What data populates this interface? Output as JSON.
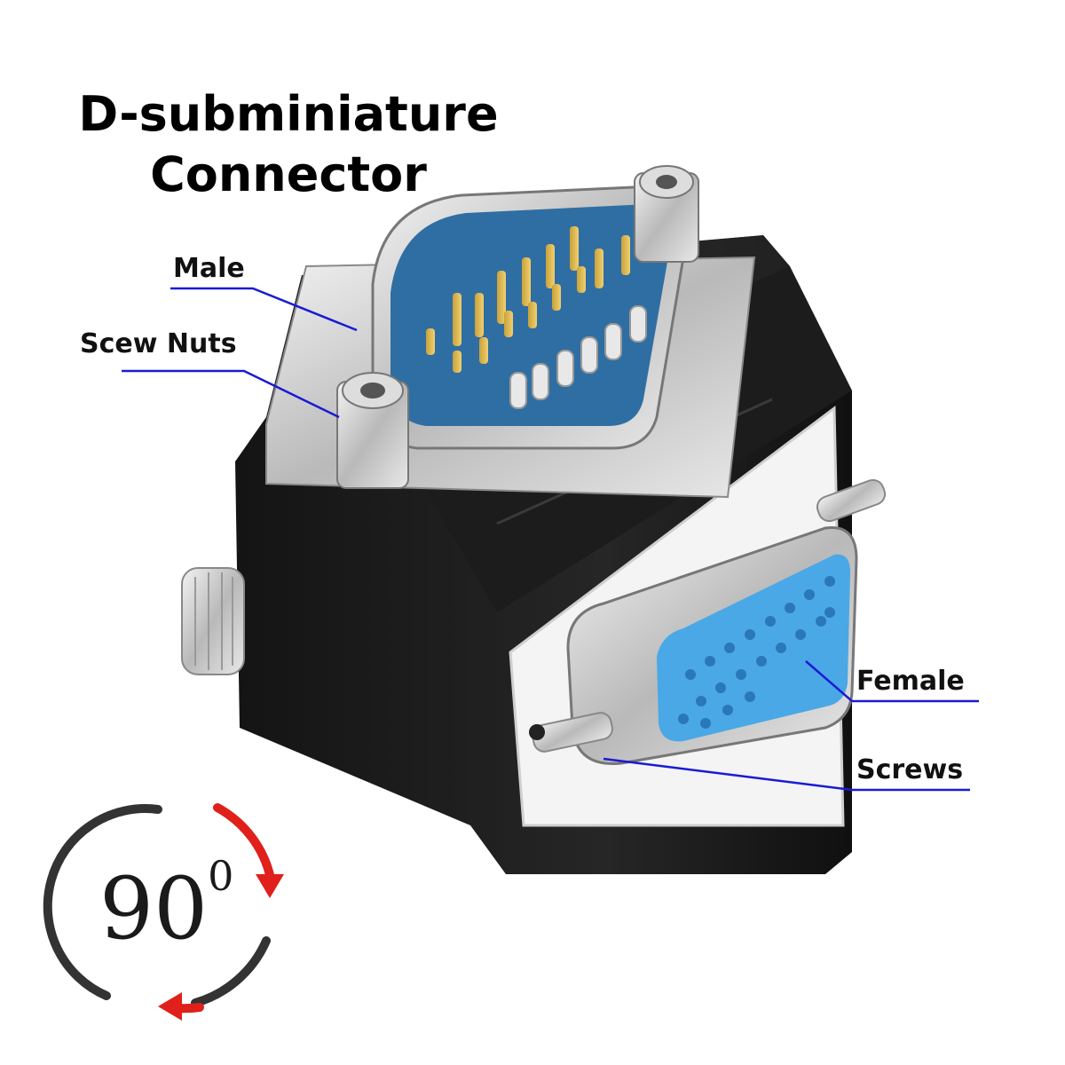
{
  "title": {
    "line1": "D-subminiature",
    "line2": "Connector"
  },
  "labels": {
    "male": "Male",
    "screw_nuts": "Scew Nuts",
    "female": "Female",
    "screws": "Screws"
  },
  "badge": {
    "angle": "90",
    "degree": "0"
  },
  "colors": {
    "leader_line": "#1a1ad6",
    "body": "#1a1a1a",
    "pin_insulator_male": "#2f6ea3",
    "pin_insulator_female": "#4aa8e6",
    "arrow": "#e0201b",
    "arc_dark": "#333333"
  }
}
